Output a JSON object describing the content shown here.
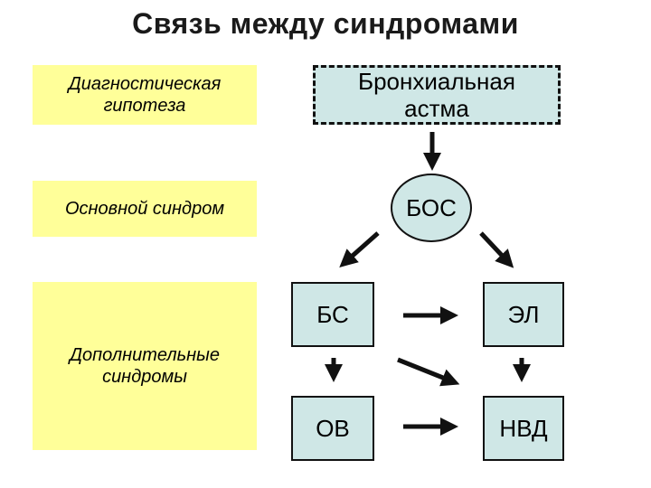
{
  "title": "Связь между синдромами",
  "labels": {
    "hypothesis": "Диагностическая гипотеза",
    "main_syndrome": "Основной синдром",
    "additional_syndromes": "Дополнительные синдромы"
  },
  "nodes": {
    "asthma": "Бронхиальная астма",
    "bos": "БОС",
    "bs": "БС",
    "el": "ЭЛ",
    "ov": "ОВ",
    "nvd": "НВД"
  },
  "colors": {
    "label_fill": "#ffff99",
    "node_fill": "#cfe7e6",
    "stroke": "#111111"
  }
}
